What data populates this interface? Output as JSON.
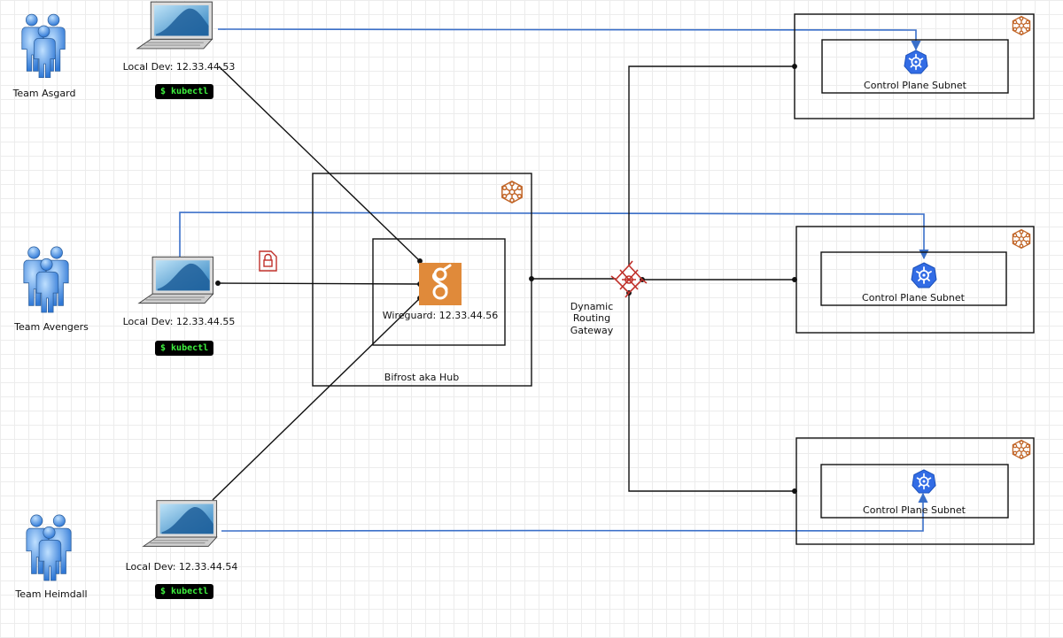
{
  "teams": [
    {
      "name": "Team Asgard"
    },
    {
      "name": "Team Avengers"
    },
    {
      "name": "Team Heimdall"
    }
  ],
  "devs": [
    {
      "label": "Local Dev: 12.33.44.53",
      "command": "$ kubectl"
    },
    {
      "label": "Local Dev: 12.33.44.55",
      "command": "$ kubectl"
    },
    {
      "label": "Local Dev: 12.33.44.54",
      "command": "$ kubectl"
    }
  ],
  "hub": {
    "label": "Bifrost aka Hub",
    "wireguard_label": "Wireguard: 12.33.44.56"
  },
  "gateway": {
    "lines": [
      "Dynamic",
      "Routing",
      "Gateway"
    ]
  },
  "subnets": [
    {
      "label": "Control Plane Subnet"
    },
    {
      "label": "Control Plane Subnet"
    },
    {
      "label": "Control Plane Subnet"
    }
  ],
  "colors": {
    "line": "#111111",
    "link_blue": "#3a6fc9",
    "wireguard_orange": "#e08a3a",
    "vpc_icon": "#c2672a",
    "gateway_red": "#c0302a",
    "lock_red": "#c0302a",
    "k8s_blue": "#326ce5",
    "people_blue": "#4a8fe0"
  }
}
